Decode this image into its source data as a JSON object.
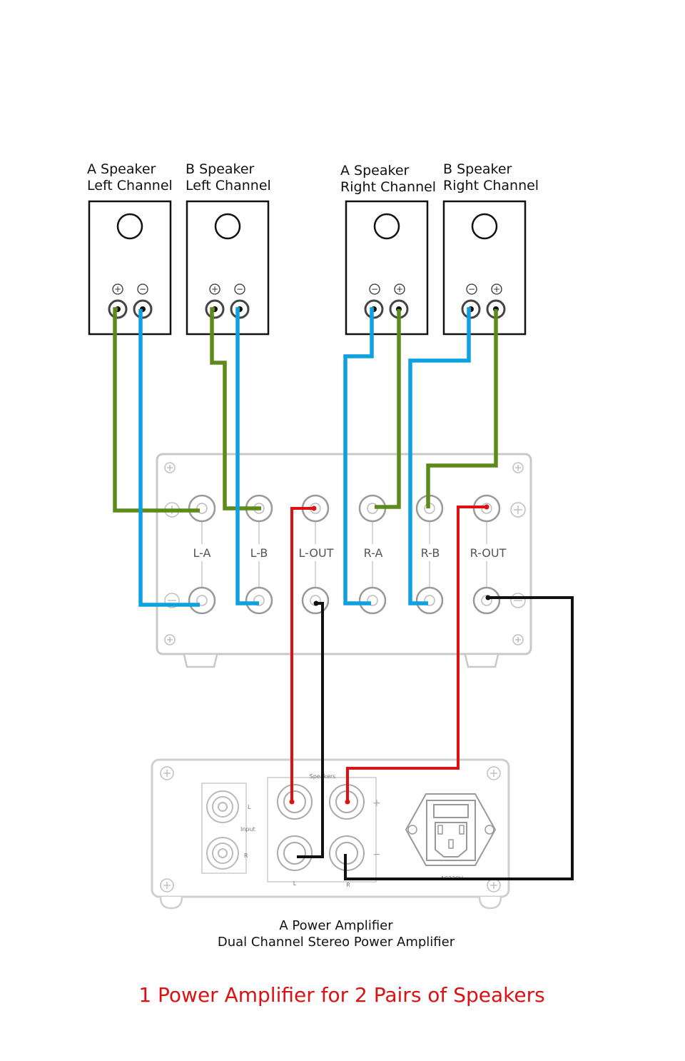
{
  "speakers": [
    {
      "line1": "A Speaker",
      "line2": "Left Channel",
      "left_pol": "+",
      "right_pol": "−"
    },
    {
      "line1": "B Speaker",
      "line2": "Left Channel",
      "left_pol": "+",
      "right_pol": "−"
    },
    {
      "line1": "A Speaker",
      "line2": "Right Channel",
      "left_pol": "−",
      "right_pol": "+"
    },
    {
      "line1": "B Speaker",
      "line2": "Right Channel",
      "left_pol": "−",
      "right_pol": "+"
    }
  ],
  "switcher": {
    "terminals": [
      "L-A",
      "L-B",
      "L-OUT",
      "R-A",
      "R-B",
      "R-OUT"
    ]
  },
  "amplifier": {
    "line1": "A Power Amplifier",
    "line2": "Dual Channel Stereo Power Amplifier",
    "speakers_label": "Speakers",
    "input_label": "Input",
    "in_l": "L",
    "in_r": "R",
    "out_l": "L",
    "out_r": "R",
    "plus": "+",
    "minus": "−",
    "ac_label": "AC220V"
  },
  "title": "1 Power Amplifier for 2 Pairs of Speakers",
  "colors": {
    "green": "#5e8a1a",
    "blue": "#0fa0e0",
    "red": "#dd1111",
    "black": "#111111",
    "title": "#dd1111"
  }
}
